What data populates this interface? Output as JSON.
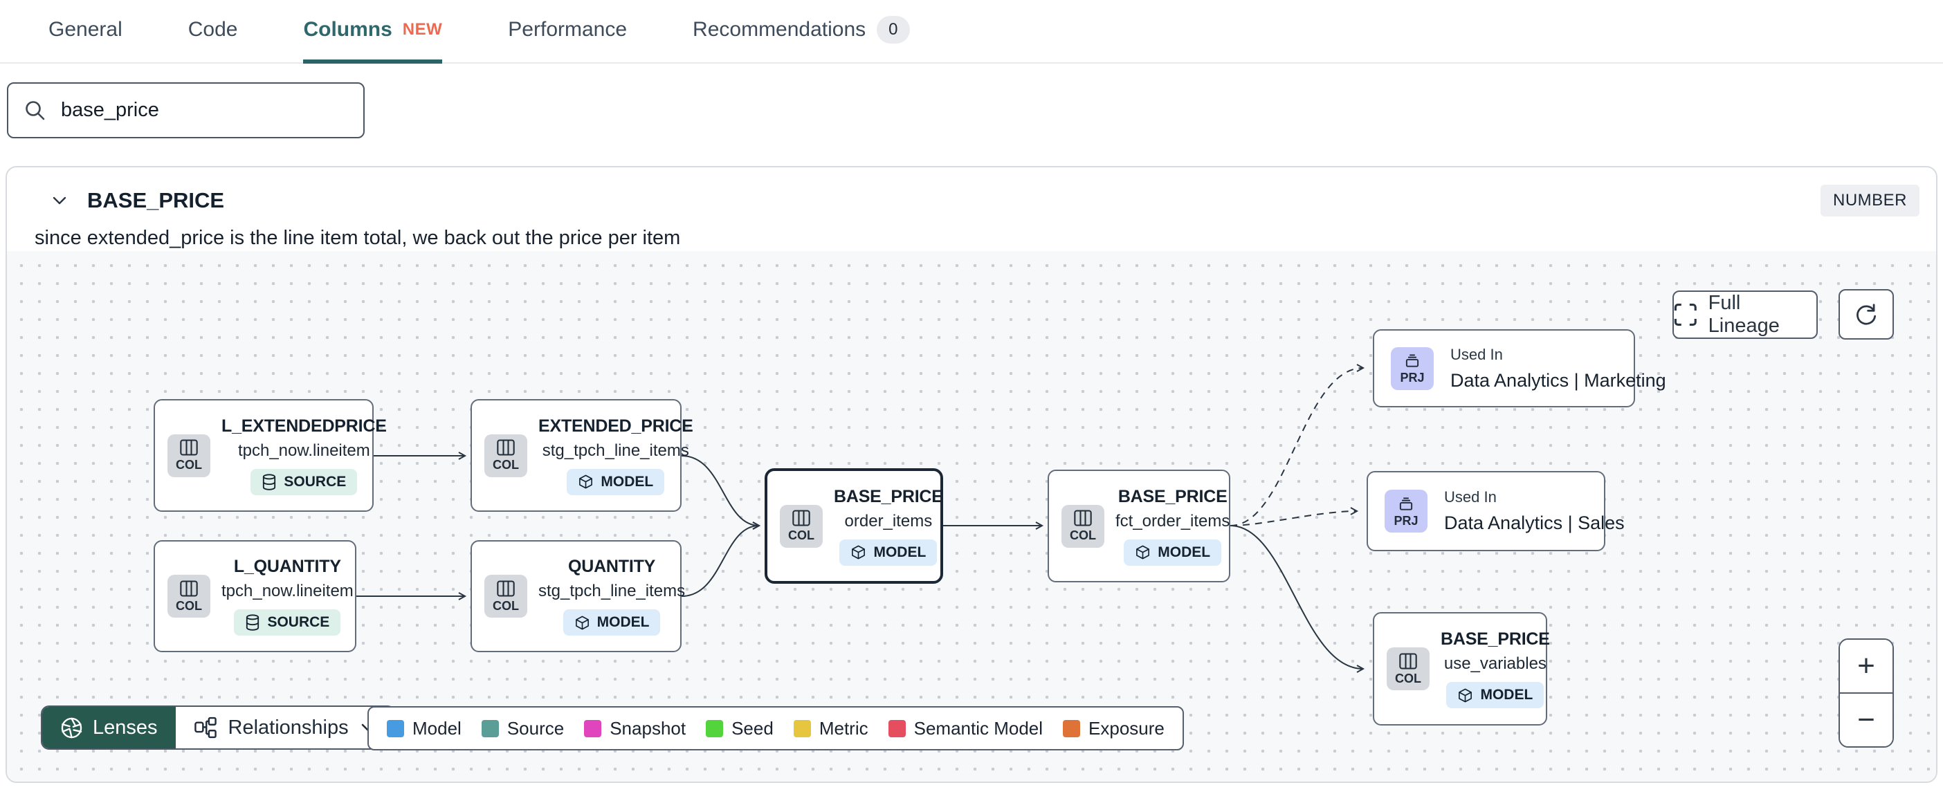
{
  "tabs": {
    "items": [
      {
        "label": "General"
      },
      {
        "label": "Code"
      },
      {
        "label": "Columns",
        "badge": "NEW"
      },
      {
        "label": "Performance"
      },
      {
        "label": "Recommendations",
        "count": "0"
      }
    ]
  },
  "search": {
    "value": "base_price"
  },
  "column": {
    "name": "BASE_PRICE",
    "type_badge": "NUMBER",
    "description": "since extended_price is the line item total, we back out the price per item"
  },
  "lineage": {
    "buttons": {
      "full_lineage": "Full Lineage",
      "zoom_in": "+",
      "zoom_out": "−"
    },
    "nodes": [
      {
        "chip": "COL",
        "title": "L_EXTENDEDPRICE",
        "subtitle": "tpch_now.lineitem",
        "badge": "SOURCE"
      },
      {
        "chip": "COL",
        "title": "EXTENDED_PRICE",
        "subtitle": "stg_tpch_line_items",
        "badge": "MODEL"
      },
      {
        "chip": "COL",
        "title": "L_QUANTITY",
        "subtitle": "tpch_now.lineitem",
        "badge": "SOURCE"
      },
      {
        "chip": "COL",
        "title": "QUANTITY",
        "subtitle": "stg_tpch_line_items",
        "badge": "MODEL"
      },
      {
        "chip": "COL",
        "title": "BASE_PRICE",
        "subtitle": "order_items",
        "badge": "MODEL"
      },
      {
        "chip": "COL",
        "title": "BASE_PRICE",
        "subtitle": "fct_order_items",
        "badge": "MODEL"
      },
      {
        "chip": "PRJ",
        "label": "Used In",
        "title": "Data Analytics | Marketing"
      },
      {
        "chip": "PRJ",
        "label": "Used In",
        "title": "Data Analytics | Sales"
      },
      {
        "chip": "COL",
        "title": "BASE_PRICE",
        "subtitle": "use_variables",
        "badge": "MODEL"
      }
    ],
    "toolbar": {
      "lenses": "Lenses",
      "relationships": "Relationships"
    },
    "legend": {
      "items": [
        {
          "label": "Model",
          "color": "#479be0"
        },
        {
          "label": "Source",
          "color": "#5b9e97"
        },
        {
          "label": "Snapshot",
          "color": "#e145bd"
        },
        {
          "label": "Seed",
          "color": "#53d43c"
        },
        {
          "label": "Metric",
          "color": "#e5c63e"
        },
        {
          "label": "Semantic Model",
          "color": "#e44e5e"
        },
        {
          "label": "Exposure",
          "color": "#df7237"
        }
      ]
    }
  },
  "icons": {
    "search": "magnifier",
    "chevron": "chevron-down",
    "col_chip": "table-columns",
    "prj_chip": "project-stack",
    "source_badge": "database-cylinder",
    "model_badge": "cube",
    "full_lineage": "expand-corners",
    "refresh": "circular-arrow",
    "lenses": "aperture",
    "relationships": "org-nodes"
  }
}
